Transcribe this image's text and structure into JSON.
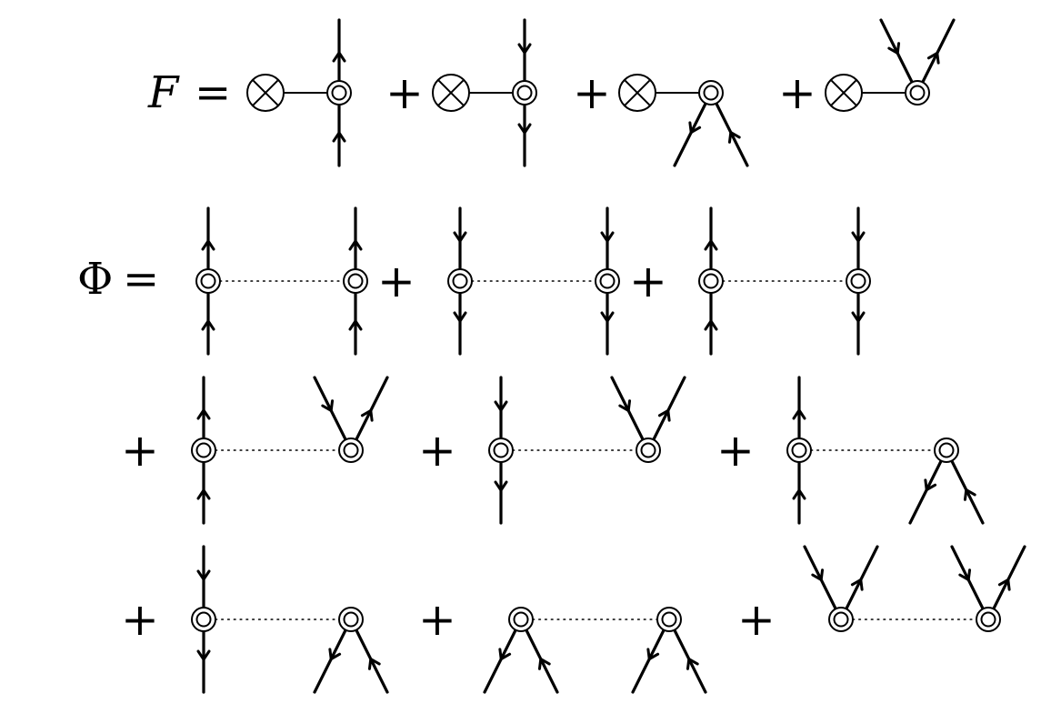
{
  "equations": {
    "f": {
      "lhs": "F",
      "equals": "="
    },
    "phi": {
      "lhs": "Φ",
      "equals": "="
    }
  },
  "operator": "+",
  "glyphs": {
    "source_vertex": "circle-cross-icon",
    "interaction_vertex": "double-circle-icon",
    "interaction_line": "dotted-line"
  },
  "f_terms": [
    {
      "type": "cross",
      "legs": [
        [
          "up",
          "in"
        ],
        [
          "down",
          "in"
        ]
      ]
    },
    {
      "type": "cross",
      "legs": [
        [
          "up",
          "out"
        ],
        [
          "down",
          "out"
        ]
      ]
    },
    {
      "type": "cross",
      "legs": [
        [
          "dl",
          "out"
        ],
        [
          "dr",
          "in"
        ]
      ]
    },
    {
      "type": "cross",
      "legs": [
        [
          "ul",
          "in"
        ],
        [
          "ur",
          "out"
        ]
      ]
    }
  ],
  "phi_terms": [
    {
      "left": [
        [
          "up",
          "in"
        ],
        [
          "down",
          "in"
        ]
      ],
      "right": [
        [
          "up",
          "in"
        ],
        [
          "down",
          "in"
        ]
      ]
    },
    {
      "left": [
        [
          "up",
          "out"
        ],
        [
          "down",
          "out"
        ]
      ],
      "right": [
        [
          "up",
          "out"
        ],
        [
          "down",
          "out"
        ]
      ]
    },
    {
      "left": [
        [
          "up",
          "in"
        ],
        [
          "down",
          "in"
        ]
      ],
      "right": [
        [
          "up",
          "out"
        ],
        [
          "down",
          "out"
        ]
      ]
    },
    {
      "left": [
        [
          "up",
          "in"
        ],
        [
          "down",
          "in"
        ]
      ],
      "right": [
        [
          "ul",
          "in"
        ],
        [
          "ur",
          "out"
        ]
      ]
    },
    {
      "left": [
        [
          "up",
          "out"
        ],
        [
          "down",
          "out"
        ]
      ],
      "right": [
        [
          "ul",
          "in"
        ],
        [
          "ur",
          "out"
        ]
      ]
    },
    {
      "left": [
        [
          "up",
          "in"
        ],
        [
          "down",
          "in"
        ]
      ],
      "right": [
        [
          "dl",
          "out"
        ],
        [
          "dr",
          "in"
        ]
      ]
    },
    {
      "left": [
        [
          "up",
          "out"
        ],
        [
          "down",
          "out"
        ]
      ],
      "right": [
        [
          "dl",
          "out"
        ],
        [
          "dr",
          "in"
        ]
      ]
    },
    {
      "left": [
        [
          "dl",
          "out"
        ],
        [
          "dr",
          "in"
        ]
      ],
      "right": [
        [
          "dl",
          "out"
        ],
        [
          "dr",
          "in"
        ]
      ]
    },
    {
      "left": [
        [
          "ul",
          "in"
        ],
        [
          "ur",
          "out"
        ]
      ],
      "right": [
        [
          "ul",
          "in"
        ],
        [
          "ur",
          "out"
        ]
      ]
    }
  ]
}
